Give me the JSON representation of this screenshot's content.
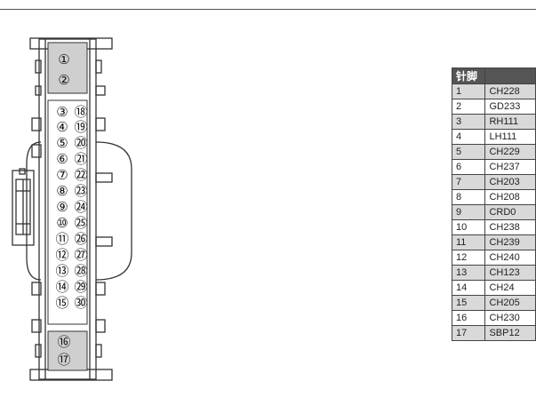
{
  "connector": {
    "top_pins": [
      "①",
      "②"
    ],
    "grid_rows": [
      [
        "③",
        "⑱"
      ],
      [
        "④",
        "⑲"
      ],
      [
        "⑤",
        "⑳"
      ],
      [
        "⑥",
        "㉑"
      ],
      [
        "⑦",
        "㉒"
      ],
      [
        "⑧",
        "㉓"
      ],
      [
        "⑨",
        "㉔"
      ],
      [
        "⑩",
        "㉕"
      ],
      [
        "⑪",
        "㉖"
      ],
      [
        "⑫",
        "㉗"
      ],
      [
        "⑬",
        "㉘"
      ],
      [
        "⑭",
        "㉙"
      ],
      [
        "⑮",
        "㉚"
      ]
    ],
    "bottom_pins": [
      "⑯",
      "⑰"
    ]
  },
  "table": {
    "headers": [
      "针脚",
      ""
    ],
    "rows": [
      {
        "pin": "1",
        "def": "CH228"
      },
      {
        "pin": "2",
        "def": "GD233"
      },
      {
        "pin": "3",
        "def": "RH111"
      },
      {
        "pin": "4",
        "def": "LH111"
      },
      {
        "pin": "5",
        "def": "CH229"
      },
      {
        "pin": "6",
        "def": "CH237"
      },
      {
        "pin": "7",
        "def": "CH203"
      },
      {
        "pin": "8",
        "def": "CH208"
      },
      {
        "pin": "9",
        "def": "CRD0"
      },
      {
        "pin": "10",
        "def": "CH238"
      },
      {
        "pin": "11",
        "def": "CH239"
      },
      {
        "pin": "12",
        "def": "CH240"
      },
      {
        "pin": "13",
        "def": "CH123"
      },
      {
        "pin": "14",
        "def": "CH24"
      },
      {
        "pin": "15",
        "def": "CH205"
      },
      {
        "pin": "16",
        "def": "CH230"
      },
      {
        "pin": "17",
        "def": "SBP12"
      }
    ]
  }
}
